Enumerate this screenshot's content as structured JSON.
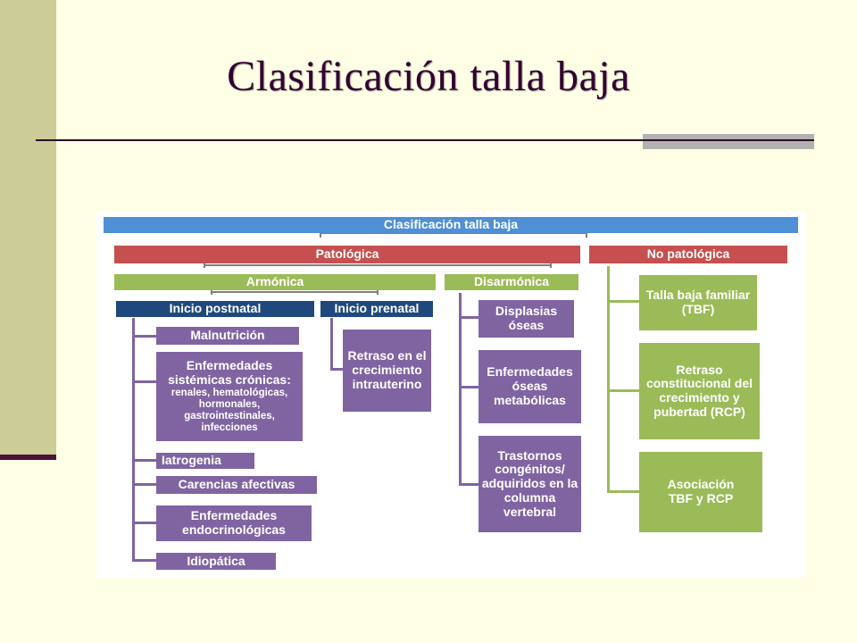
{
  "slide": {
    "title": "Clasificación talla baja"
  },
  "diagram": {
    "root": "Clasificación talla baja",
    "patologica": "Patológica",
    "no_patologica": "No patológica",
    "armonica": "Armónica",
    "disarmonica": "Disarmónica",
    "inicio_postnatal": "Inicio postnatal",
    "inicio_prenatal": "Inicio prenatal",
    "postnatal_items": {
      "malnutricion": "Malnutrición",
      "enf_sistemicas_title": "Enfermedades sistémicas crónicas:",
      "enf_sistemicas_detail": "renales, hematológicas, hormonales, gastrointestinales, infecciones",
      "iatrogenia": "Iatrogenia",
      "carencias": "Carencias afectivas",
      "endocrinologicas": "Enfermedades endocrinológicas",
      "idiopatica": "Idiopática"
    },
    "prenatal_items": {
      "retraso": "Retraso en el crecimiento intrauterino"
    },
    "disarmonica_items": {
      "displasias": "Displasias óseas",
      "metabolicas": "Enfermedades óseas metabólicas",
      "trastornos": "Trastornos congénitos/ adquiridos en la columna vertebral"
    },
    "no_patologica_items": {
      "tbf": "Talla baja familiar (TBF)",
      "rcp": "Retraso constitucional del crecimiento y pubertad (RCP)",
      "asociacion": "Asociación TBF y RCP"
    }
  },
  "colors": {
    "root": "#4F8FD6",
    "patologica": "#C6504F",
    "armonica": "#9BBB59",
    "inicio": "#1F497D",
    "items": "#8064A2",
    "background": "#FFFFE5",
    "sidebar": "#CCCC99"
  }
}
